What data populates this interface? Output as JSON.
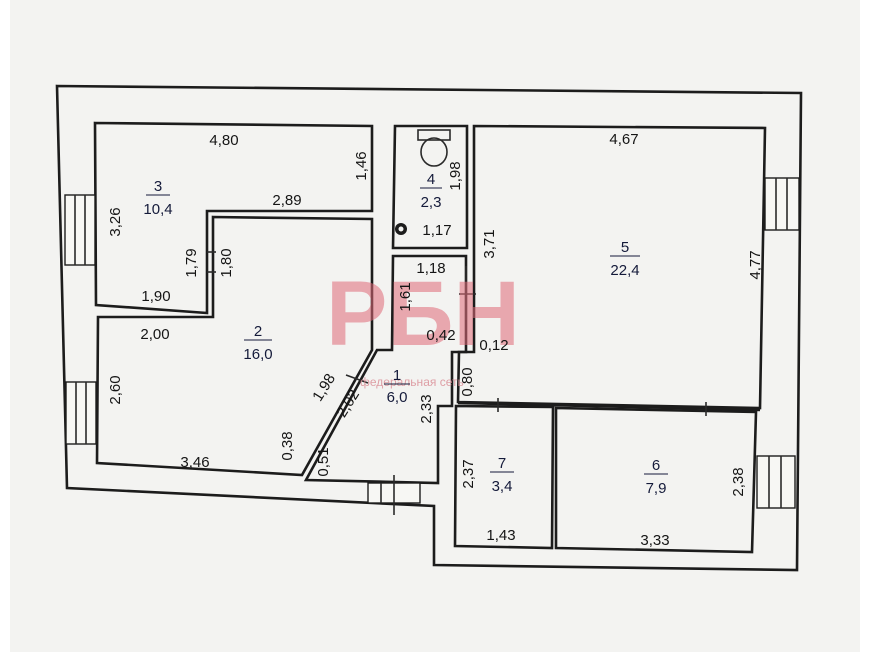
{
  "watermark": {
    "logo": "РБН",
    "subtitle": "федеральная сеть"
  },
  "rooms": [
    {
      "id": "room-1",
      "number": "1",
      "area": "6,0"
    },
    {
      "id": "room-2",
      "number": "2",
      "area": "16,0"
    },
    {
      "id": "room-3",
      "number": "3",
      "area": "10,4"
    },
    {
      "id": "room-4",
      "number": "4",
      "area": "2,3"
    },
    {
      "id": "room-5",
      "number": "5",
      "area": "22,4"
    },
    {
      "id": "room-6",
      "number": "6",
      "area": "7,9"
    },
    {
      "id": "room-7",
      "number": "7",
      "area": "3,4"
    }
  ],
  "dimensions": {
    "r3_top": "4,80",
    "r3_right": "1,46",
    "r3_left": "3,26",
    "r3_inner": "2,89",
    "r3_bottom": "1,90",
    "r3_r2_a": "1,79",
    "r3_r2_b": "1,80",
    "r2_top": "2,00",
    "r2_left": "2,60",
    "r2_bottom": "3,46",
    "r2_step": "0,38",
    "r1_diag_a": "1,98",
    "r1_diag_b": "2,02",
    "r1_small": "0,51",
    "r1_left": "1,61",
    "r1_step": "0,42",
    "r1_right": "2,33",
    "r4_right": "1,98",
    "r4_bottom": "1,17",
    "hall_top": "1,18",
    "r5_left": "3,71",
    "r5_top": "4,67",
    "r5_right": "4,77",
    "r5_step": "0,12",
    "r7_top_left": "0,80",
    "r7_left": "2,37",
    "r7_bottom": "1,43",
    "r6_right": "2,38",
    "r6_bottom": "3,33"
  }
}
